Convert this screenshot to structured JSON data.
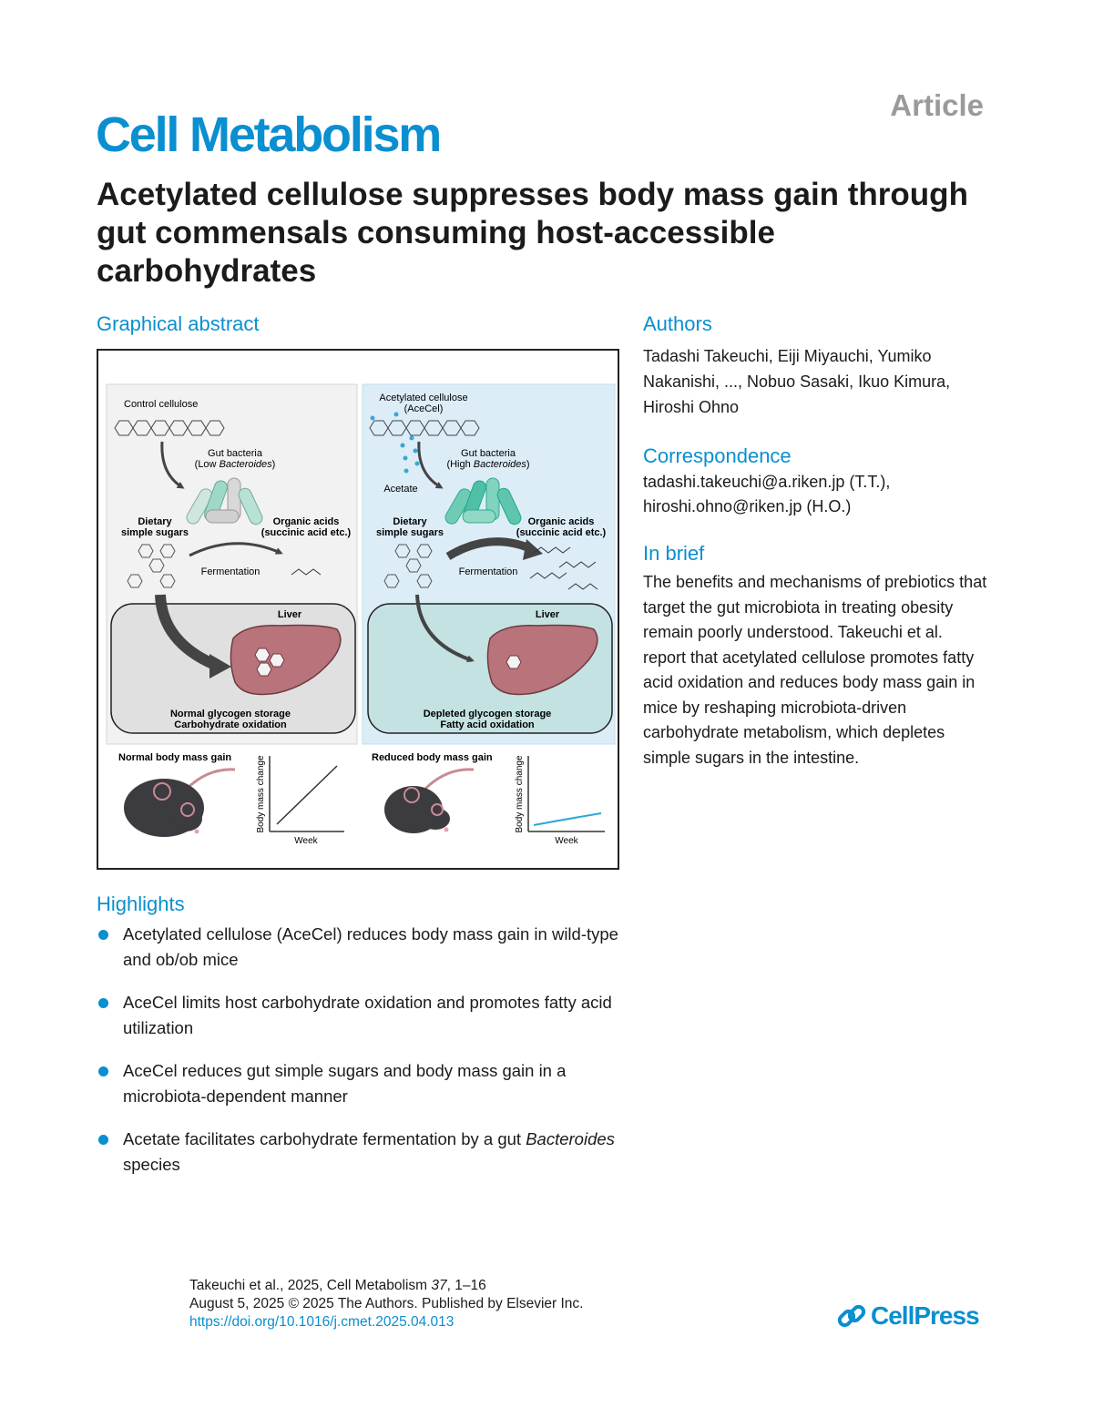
{
  "journal": "Cell Metabolism",
  "article_type": "Article",
  "title": "Acetylated cellulose suppresses body mass gain through gut commensals consuming host-accessible carbohydrates",
  "sections": {
    "graphical_abstract": "Graphical abstract",
    "authors": "Authors",
    "correspondence": "Correspondence",
    "in_brief": "In brief",
    "highlights": "Highlights"
  },
  "authors": "Tadashi Takeuchi, Eiji Miyauchi, Yumiko Nakanishi, ..., Nobuo Sasaki, Ikuo Kimura, Hiroshi Ohno",
  "correspondence": [
    "tadashi.takeuchi@a.riken.jp (T.T.),",
    "hiroshi.ohno@riken.jp (H.O.)"
  ],
  "in_brief": "The benefits and mechanisms of prebiotics that target the gut microbiota in treating obesity remain poorly understood. Takeuchi et al. report that acetylated cellulose promotes fatty acid oxidation and reduces body mass gain in mice by reshaping microbiota-driven carbohydrate metabolism, which depletes simple sugars in the intestine.",
  "highlights": [
    {
      "text": "Acetylated cellulose (AceCel) reduces body mass gain in wild-type and ob/ob mice"
    },
    {
      "text": "AceCel limits host carbohydrate oxidation and promotes fatty acid utilization"
    },
    {
      "text": "AceCel reduces gut simple sugars and body mass gain in a microbiota-dependent manner"
    },
    {
      "pre": "Acetate facilitates carbohydrate fermentation by a gut ",
      "italic": "Bacteroides",
      "post": " species"
    }
  ],
  "graphical_abstract": {
    "left": {
      "cellulose": "Control cellulose",
      "bacteria_1": "Gut bacteria",
      "bacteria_2_pre": "(Low ",
      "bacteria_2_italic": "Bacteroides",
      "bacteria_2_post": ")",
      "sugars_1": "Dietary",
      "sugars_2": "simple sugars",
      "acids_1": "Organic acids",
      "acids_2": "(succinic acid etc.)",
      "fermentation": "Fermentation",
      "liver": "Liver",
      "storage": "Normal glycogen storage",
      "oxidation": "Carbohydrate oxidation",
      "mass": "Normal body mass gain",
      "ylabel": "Body mass change",
      "xlabel": "Week"
    },
    "right": {
      "cellulose_1": "Acetylated cellulose",
      "cellulose_2": "(AceCel)",
      "acetate": "Acetate",
      "bacteria_1": "Gut bacteria",
      "bacteria_2_pre": "(High ",
      "bacteria_2_italic": "Bacteroides",
      "bacteria_2_post": ")",
      "sugars_1": "Dietary",
      "sugars_2": "simple sugars",
      "acids_1": "Organic acids",
      "acids_2": "(succinic acid etc.)",
      "fermentation": "Fermentation",
      "liver": "Liver",
      "storage": "Depleted glycogen storage",
      "oxidation": "Fatty acid oxidation",
      "mass": "Reduced body mass gain",
      "ylabel": "Body mass change",
      "xlabel": "Week"
    }
  },
  "citation": {
    "line1_pre": "Takeuchi et al., 2025, Cell Metabolism ",
    "line1_volume": "37",
    "line1_post": ", 1–16",
    "line2": "August 5, 2025 © 2025 The Authors. Published by Elsevier Inc.",
    "doi": "https://doi.org/10.1016/j.cmet.2025.04.013"
  },
  "publisher": "CellPress",
  "colors": {
    "accent": "#0a8fd0",
    "article_gray": "#9a9a9a",
    "right_panel": "#dcedf8",
    "liver": "#b9737a"
  }
}
